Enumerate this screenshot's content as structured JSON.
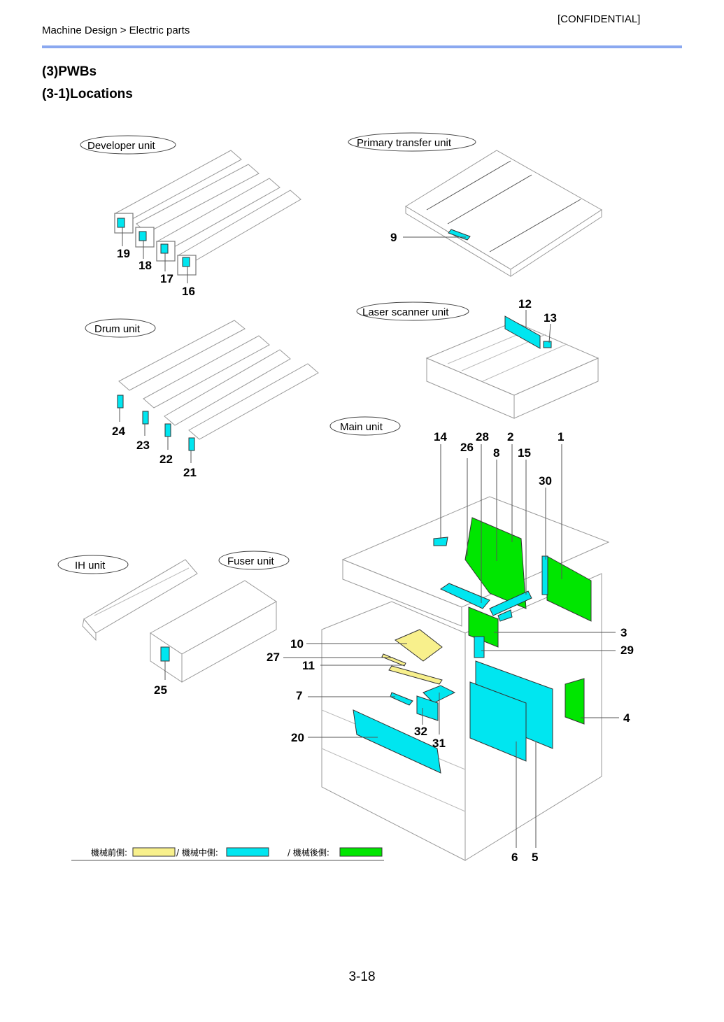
{
  "header": {
    "breadcrumb": "Machine Design > Electric parts",
    "confidential": "[CONFIDENTIAL]"
  },
  "headings": {
    "section": "(3)PWBs",
    "subsection": "(3-1)Locations"
  },
  "units": {
    "developer": "Developer unit",
    "primary_transfer": "Primary transfer unit",
    "drum": "Drum unit",
    "laser_scanner": "Laser scanner unit",
    "main": "Main unit",
    "ih": "IH unit",
    "fuser": "Fuser unit"
  },
  "callouts": {
    "n1": "1",
    "n2": "2",
    "n3": "3",
    "n4": "4",
    "n5": "5",
    "n6": "6",
    "n7": "7",
    "n8": "8",
    "n9": "9",
    "n10": "10",
    "n11": "11",
    "n12": "12",
    "n13": "13",
    "n14": "14",
    "n15": "15",
    "n16": "16",
    "n17": "17",
    "n18": "18",
    "n19": "19",
    "n20": "20",
    "n21": "21",
    "n22": "22",
    "n23": "23",
    "n24": "24",
    "n25": "25",
    "n26": "26",
    "n27": "27",
    "n28": "28",
    "n29": "29",
    "n30": "30",
    "n31": "31",
    "n32": "32"
  },
  "legend": {
    "front": "機械前側:",
    "middle": "/ 機械中側:",
    "rear": "/ 機械後側:",
    "colors": {
      "front": "#f8f08c",
      "middle": "#00e6f0",
      "rear": "#00e600"
    }
  },
  "page_number": "3-18"
}
